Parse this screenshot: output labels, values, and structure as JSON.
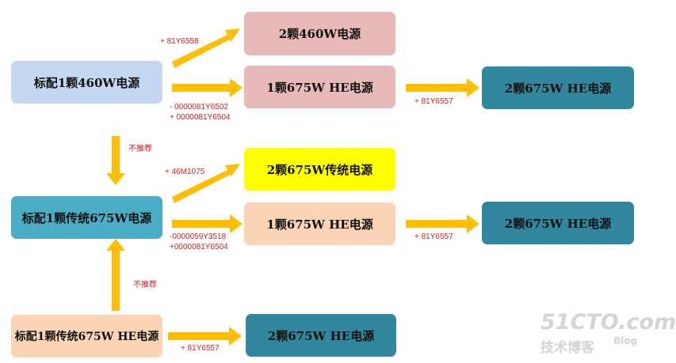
{
  "colors": {
    "arrow": "#ffbe00",
    "label_text": "#d02020",
    "light_blue": "#c5d7f1",
    "pink": "#e8b9b9",
    "teal": "#32869e",
    "mid_blue": "#4bacc6",
    "peach": "#fbd3b6",
    "yellow": "#ffff00"
  },
  "nodes": {
    "std460": "标配1颗460W电源",
    "psu2x460": "2颗460W电源",
    "psu1x675he_top": "1颗675W HE电源",
    "psu2x675he_top": "2颗675W HE电源",
    "psu2x675trad": "2颗675W传统电源",
    "std675trad": "标配1颗传统675W电源",
    "psu1x675he_mid": "1颗675W HE电源",
    "psu2x675he_mid": "2颗675W HE电源",
    "std675he": "标配1颗传统675W HE电源",
    "psu2x675he_bottom": "2颗675W HE电源"
  },
  "labels": {
    "to_2x460": "+ 81Y6558",
    "to_1x675he_top_line1": "- 0000081Y6502",
    "to_1x675he_top_line2": "+ 0000081Y6504",
    "to_2x675he_top": "+ 81Y6557",
    "not_recommended_down": "不推荐",
    "to_2x675trad": "+ 46M1075",
    "to_1x675he_mid_line1": "-0000059Y3518",
    "to_1x675he_mid_line2": "+0000081Y6504",
    "to_2x675he_mid": "+ 81Y6557",
    "not_recommended_up": "不推荐",
    "to_2x675he_bottom": "+ 81Y6557"
  },
  "watermark": {
    "site": "51CTO.com",
    "sub": "技术博客",
    "blog": "Blog"
  }
}
